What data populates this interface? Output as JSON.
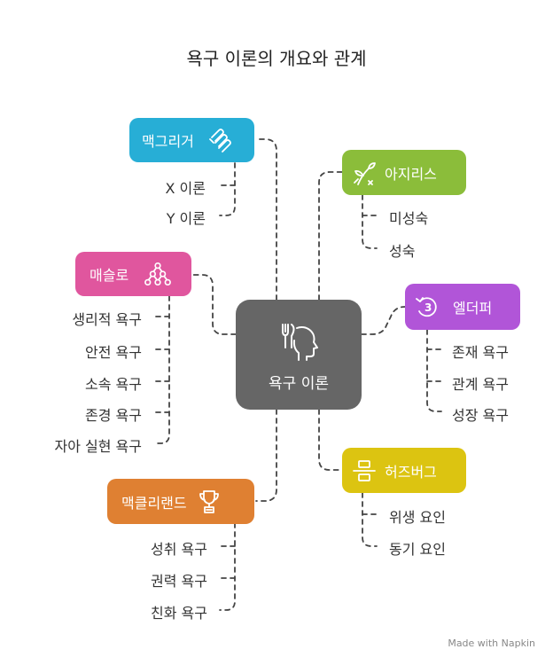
{
  "title": "욕구 이론의 개요와 관계",
  "center": {
    "label": "욕구 이론"
  },
  "colors": {
    "blue": "#27aed6",
    "pink": "#e0569e",
    "orange": "#df8032",
    "green": "#8bbd3a",
    "purple": "#b155d8",
    "yellow": "#dcc411",
    "center": "#666666"
  },
  "nodes": {
    "mcgregor": {
      "label": "맥그리거",
      "icon": "link-chain-icon",
      "items": [
        "X 이론",
        "Y 이론"
      ]
    },
    "maslow": {
      "label": "매슬로",
      "icon": "hierarchy-icon",
      "items": [
        "생리적 욕구",
        "안전 욕구",
        "소속 욕구",
        "존경 욕구",
        "자아 실현 욕구"
      ]
    },
    "mcclelland": {
      "label": "맥클리랜드",
      "icon": "trophy-icon",
      "items": [
        "성취 욕구",
        "권력 욕구",
        "친화 욕구"
      ]
    },
    "argyris": {
      "label": "아지리스",
      "icon": "growth-plant-icon",
      "items": [
        "미성숙",
        "성숙"
      ]
    },
    "alderfer": {
      "label": "엘더퍼",
      "icon": "three-cycle-icon",
      "items": [
        "존재 욕구",
        "관계 욕구",
        "성장 욕구"
      ]
    },
    "herzberg": {
      "label": "허즈버그",
      "icon": "balance-divide-icon",
      "items": [
        "위생 요인",
        "동기 요인"
      ]
    }
  },
  "footer": "Made with Napkin"
}
